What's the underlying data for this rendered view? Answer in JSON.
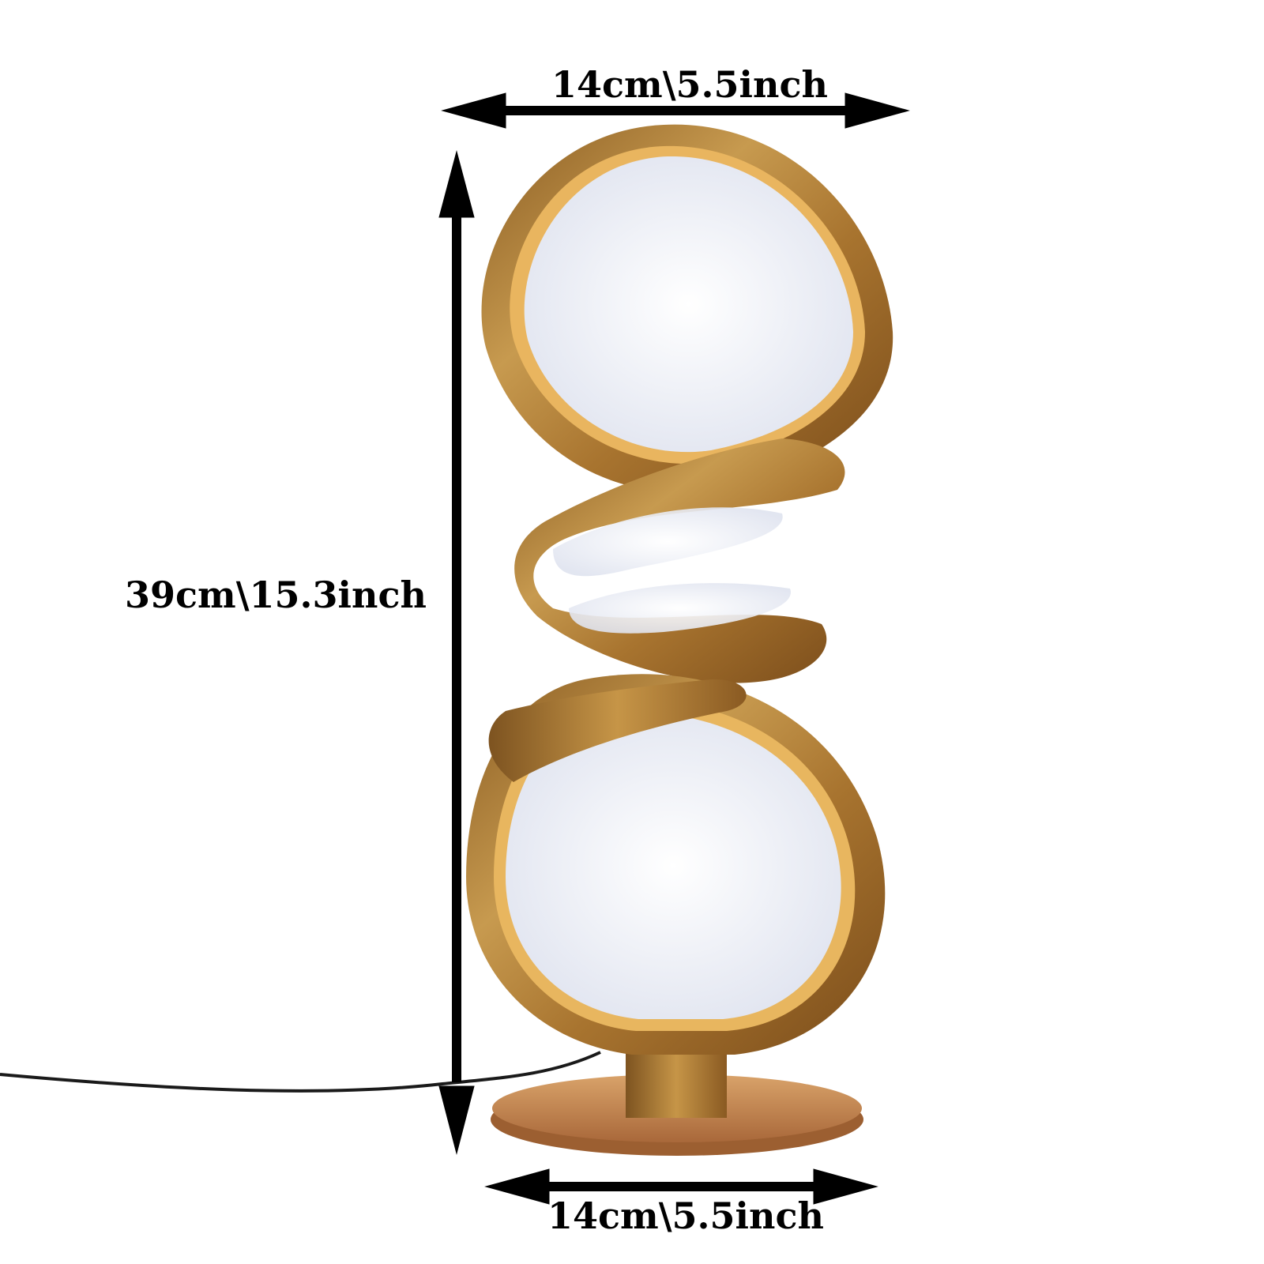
{
  "dimensions": {
    "top_width": "14cm\\5.5inch",
    "height": "39cm\\15.3inch",
    "base_width": "14cm\\5.5inch"
  },
  "colors": {
    "background": "#ffffff",
    "arrow": "#000000",
    "ribbon_gold": "#b98a3f",
    "ribbon_highlight": "#e2b868",
    "led_glow": "#e8ecf6",
    "base_copper": "#c48a4e",
    "cord": "#1a1a1a"
  },
  "icons": {
    "lamp": "spiral-gold-led-table-lamp",
    "arrows": "double-headed-dimension-arrows"
  }
}
